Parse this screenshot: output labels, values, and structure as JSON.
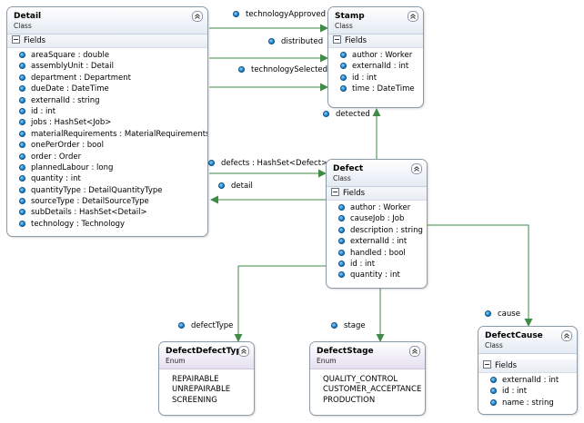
{
  "classes": {
    "detail": {
      "name": "Detail",
      "kind": "Class",
      "section": "Fields",
      "fields": [
        "areaSquare : double",
        "assemblyUnit : Detail",
        "department : Department",
        "dueDate : DateTime",
        "externalId : string",
        "id : int",
        "jobs : HashSet<Job>",
        "materialRequirements : MaterialRequirements",
        "onePerOrder : bool",
        "order : Order",
        "plannedLabour : long",
        "quantity : int",
        "quantityType : DetailQuantityType",
        "sourceType : DetailSourceType",
        "subDetails : HashSet<Detail>",
        "technology : Technology"
      ]
    },
    "stamp": {
      "name": "Stamp",
      "kind": "Class",
      "section": "Fields",
      "fields": [
        "author : Worker",
        "externalId : int",
        "id : int",
        "time : DateTime"
      ]
    },
    "defect": {
      "name": "Defect",
      "kind": "Class",
      "section": "Fields",
      "fields": [
        "author : Worker",
        "causeJob : Job",
        "description : string",
        "externalId : int",
        "handled : bool",
        "id : int",
        "quantity : int"
      ]
    },
    "defectCause": {
      "name": "DefectCause",
      "kind": "Class",
      "section": "Fields",
      "fields": [
        "externalId : int",
        "id : int",
        "name : string"
      ]
    },
    "defectDefectType": {
      "name": "DefectDefectType",
      "kind": "Enum",
      "values": [
        "REPAIRABLE",
        "UNREPAIRABLE",
        "SCREENING"
      ]
    },
    "defectStage": {
      "name": "DefectStage",
      "kind": "Enum",
      "values": [
        "QUALITY_CONTROL",
        "CUSTOMER_ACCEPTANCE",
        "PRODUCTION"
      ]
    }
  },
  "associations": {
    "technologyApproved": "technologyApproved",
    "distributed": "distributed",
    "technologySelected": "technologySelected",
    "detected": "detected",
    "defects": "defects : HashSet<Defect>",
    "detail": "detail",
    "defectType": "defectType",
    "stage": "stage",
    "cause": "cause"
  },
  "colors": {
    "connector": "#3f8a46",
    "border": "#8c9aa8",
    "field_icon": "#1e86cf"
  }
}
